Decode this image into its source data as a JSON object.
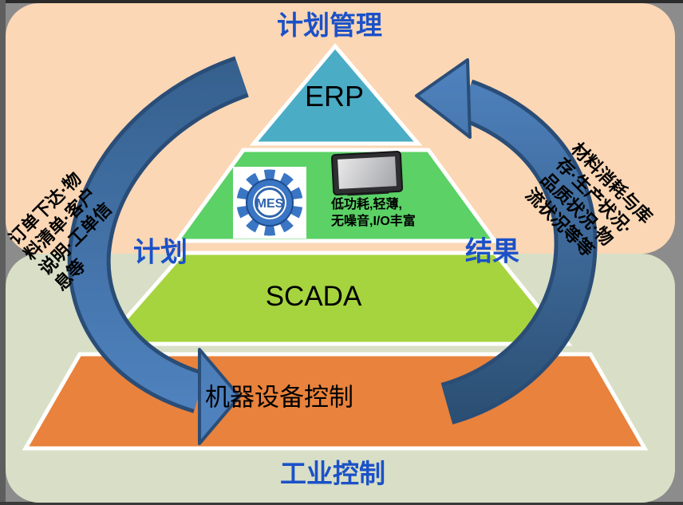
{
  "title_labels": {
    "top": "计划管理",
    "bottom": "工业控制",
    "left": "计划",
    "right": "结果"
  },
  "pyramid": {
    "levels": [
      {
        "id": "erp",
        "label": "ERP",
        "color": "#4BACC6"
      },
      {
        "id": "mes",
        "label": "",
        "color": "#5BD166"
      },
      {
        "id": "scada",
        "label": "SCADA",
        "color": "#A6D43F"
      },
      {
        "id": "control",
        "label": "机器设备控制",
        "color": "#E8823C"
      }
    ],
    "mes_logo_text": "MES",
    "device_caption_line1": "低功耗,轻薄,",
    "device_caption_line2": "无噪音,I/O丰富"
  },
  "left_note": {
    "lines": [
      "订单下达·物",
      "料清单·客户",
      "说明·工单信",
      "息等"
    ]
  },
  "right_note": {
    "lines": [
      "材料消耗与库",
      "存·生产状况·",
      "品质状况·物",
      "流状况等等"
    ]
  },
  "colors": {
    "background_top": "#FBD7B5",
    "background_bottom": "#D8DFC6",
    "canvas_gray": "#8C8C8C",
    "label_blue": "#1B51C8",
    "arrow_light": "#4E81BD",
    "arrow_dark_left": "#36618F",
    "arrow_dark_right": "#2C5074",
    "arrow_outline": "#2A4D77"
  }
}
